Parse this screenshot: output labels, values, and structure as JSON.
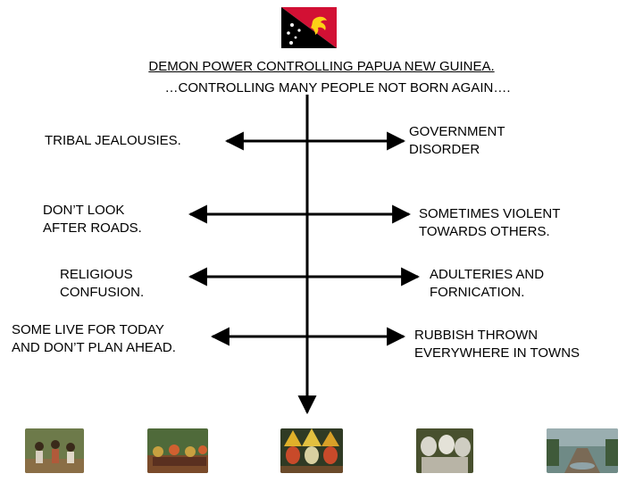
{
  "flag": {
    "name": "papua-new-guinea-flag",
    "colors": {
      "red": "#D21034",
      "black": "#000000",
      "gold": "#FCD116",
      "white": "#FFFFFF"
    }
  },
  "title": {
    "line1": "DEMON POWER CONTROLLING PAPUA NEW GUINEA.",
    "line2": "…CONTROLLING MANY PEOPLE NOT BORN AGAIN…."
  },
  "left_labels": [
    {
      "text": "TRIBAL JEALOUSIES."
    },
    {
      "text": "DON’T LOOK\nAFTER ROADS."
    },
    {
      "text": "RELIGIOUS\nCONFUSION."
    },
    {
      "text": "SOME LIVE FOR TODAY\nAND DON’T PLAN AHEAD."
    }
  ],
  "right_labels": [
    {
      "text": "GOVERNMENT\nDISORDER"
    },
    {
      "text": "SOMETIMES VIOLENT\nTOWARDS OTHERS."
    },
    {
      "text": "ADULTERIES AND\nFORNICATION."
    },
    {
      "text": "RUBBISH THROWN\nEVERYWHERE IN TOWNS"
    }
  ],
  "photos": [
    {
      "name": "photo-village-people"
    },
    {
      "name": "photo-dancers"
    },
    {
      "name": "photo-painted-warriors"
    },
    {
      "name": "photo-mudmen"
    },
    {
      "name": "photo-muddy-road"
    }
  ],
  "line_color": "#000000"
}
